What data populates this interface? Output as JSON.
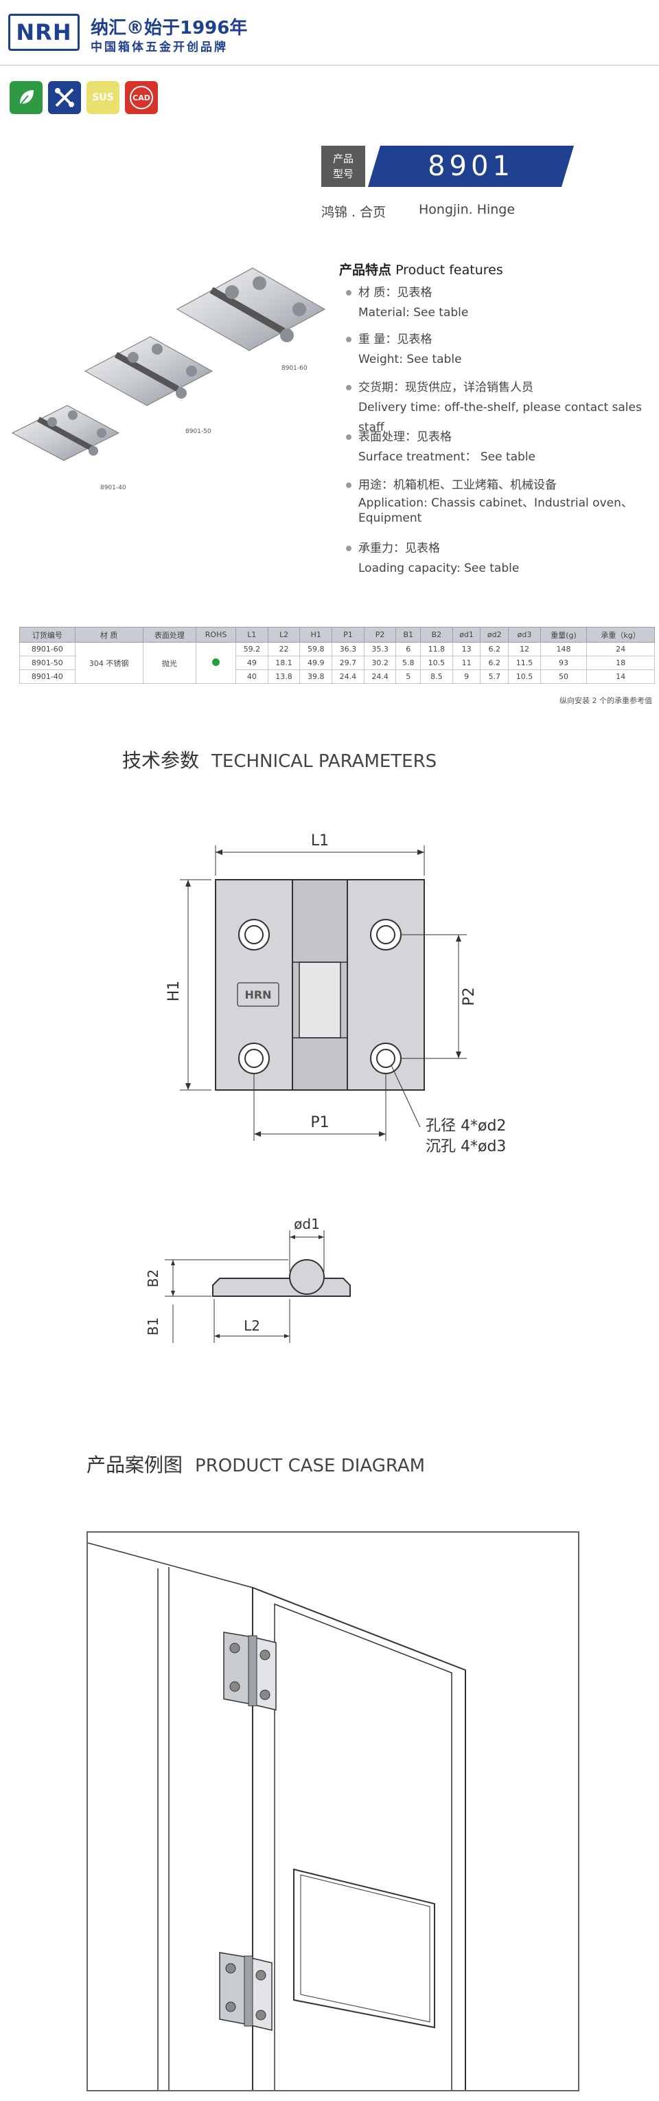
{
  "header": {
    "logo": "NRH",
    "brand_line1": "纳汇®始于1996年",
    "brand_line2": "中国箱体五金开创品牌"
  },
  "badges": [
    {
      "icon": "eco-leaf-icon",
      "color": "#2e9a44"
    },
    {
      "icon": "tools-icon",
      "color": "#1f3f8f"
    },
    {
      "label": "SUS",
      "color": "#e9e070"
    },
    {
      "label": "CAD",
      "color": "#d7332b"
    }
  ],
  "model": {
    "label_line1": "产品",
    "label_line2": "型号",
    "number": "8901",
    "banner_color": "#1f3f8f"
  },
  "product_name": {
    "cn": "鸿锦 . 合页",
    "en": "Hongjin. Hinge"
  },
  "features": {
    "title_cn": "产品特点",
    "title_en": "Product features",
    "items": [
      {
        "cn": "材  质：见表格",
        "en": "Material: See table"
      },
      {
        "cn": "重  量：见表格",
        "en": " Weight: See table"
      },
      {
        "cn": "交货期：现货供应，详洽销售人员",
        "en": "Delivery time: off-the-shelf, please contact sales staff"
      },
      {
        "cn": "表面处理：见表格",
        "en": "Surface treatment： See table"
      },
      {
        "cn": "用途：机箱机柜、工业烤箱、机械设备",
        "en": "Application: Chassis cabinet、Industrial oven、",
        "en2": "Equipment"
      },
      {
        "cn": "承重力：见表格",
        "en": "Loading capacity: See table"
      }
    ]
  },
  "illustration_labels": [
    "8901-60",
    "8901-50",
    "8901-40"
  ],
  "spec_table": {
    "headers": [
      "订货编号",
      "材    质",
      "表面处理",
      "ROHS",
      "L1",
      "L2",
      "H1",
      "P1",
      "P2",
      "B1",
      "B2",
      "ød1",
      "ød2",
      "ød3",
      "重量(g)",
      "承重（kg）"
    ],
    "material": "304 不锈钢",
    "surface": "抛光",
    "rows": [
      [
        "8901-60",
        "59.2",
        "22",
        "59.8",
        "36.3",
        "35.3",
        "6",
        "11.8",
        "13",
        "6.2",
        "12",
        "148",
        "24"
      ],
      [
        "8901-50",
        "49",
        "18.1",
        "49.9",
        "29.7",
        "30.2",
        "5.8",
        "10.5",
        "11",
        "6.2",
        "11.5",
        "93",
        "18"
      ],
      [
        "8901-40",
        "40",
        "13.8",
        "39.8",
        "24.4",
        "24.4",
        "5",
        "8.5",
        "9",
        "5.7",
        "10.5",
        "50",
        "14"
      ]
    ],
    "note": "纵向安装 2 个的承重参考值"
  },
  "tech_params": {
    "title_cn": "技术参数",
    "title_en": "TECHNICAL PARAMETERS",
    "labels": {
      "l1": "L1",
      "h1": "H1",
      "p1": "P1",
      "p2": "P2",
      "hole1": "孔径 4*ød2",
      "hole2": "沉孔 4*ød3",
      "d1": "ød1",
      "b1": "B1",
      "b2": "B2",
      "l2": "L2",
      "plate_logo": "HRN"
    }
  },
  "case": {
    "title_cn": "产品案例图",
    "title_en": "PRODUCT CASE DIAGRAM"
  }
}
